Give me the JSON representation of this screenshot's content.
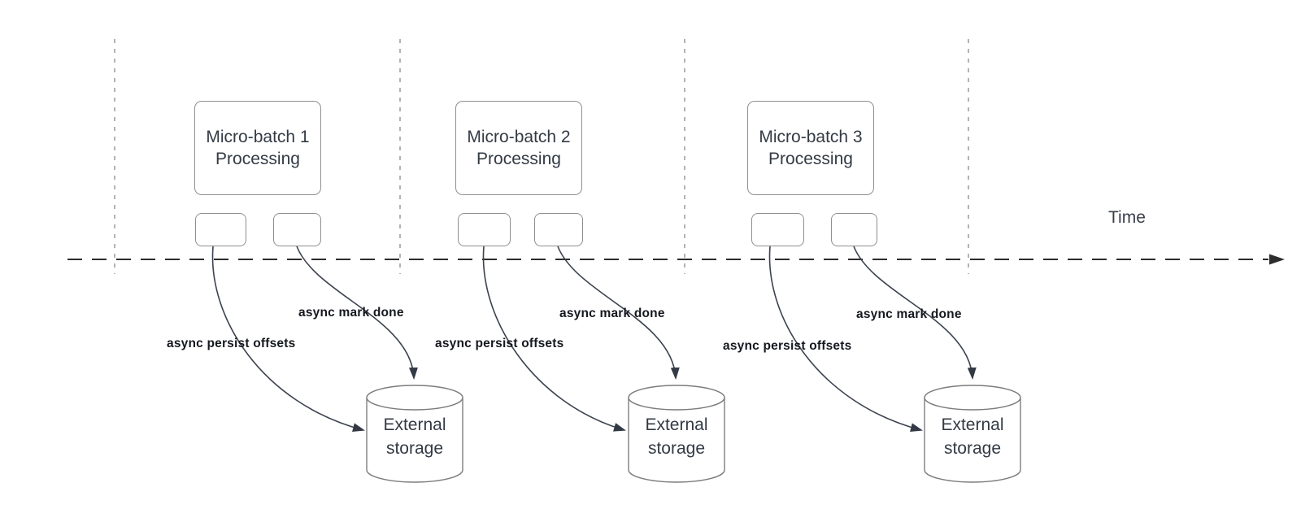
{
  "timeline": {
    "label": "Time"
  },
  "groups": [
    {
      "box_title_line1": "Micro-batch 1",
      "box_title_line2": "Processing",
      "persist_label": "async persist offsets",
      "mark_done_label": "async mark done",
      "storage_line1": "External",
      "storage_line2": "storage"
    },
    {
      "box_title_line1": "Micro-batch 2",
      "box_title_line2": "Processing",
      "persist_label": "async persist offsets",
      "mark_done_label": "async mark done",
      "storage_line1": "External",
      "storage_line2": "storage"
    },
    {
      "box_title_line1": "Micro-batch 3",
      "box_title_line2": "Processing",
      "persist_label": "async persist offsets",
      "mark_done_label": "async mark done",
      "storage_line1": "External",
      "storage_line2": "storage"
    }
  ],
  "colors": {
    "shape_stroke": "#8f8f8f",
    "cylinder_stroke": "#7d7d7d",
    "arrow": "#3c434e",
    "timeline_dash": "#2d2d2d",
    "guide_dash": "#b3b3b3",
    "text": "#333a44",
    "label_text": "#15181e"
  }
}
